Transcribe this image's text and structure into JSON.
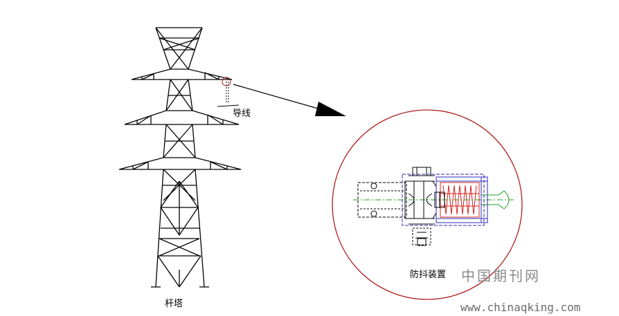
{
  "labels": {
    "tower": "杆塔",
    "conductor": "导线",
    "device": "防抖装置"
  },
  "watermark": {
    "cn": "中国期刊网",
    "url": "www.chinaqking.com"
  },
  "colors": {
    "line": "#000000",
    "circle": "#b01e1e",
    "frame": "#2a2ab4",
    "spring": "#d42020",
    "axis": "#1aa01a",
    "watermark": "#8a8a8a"
  }
}
